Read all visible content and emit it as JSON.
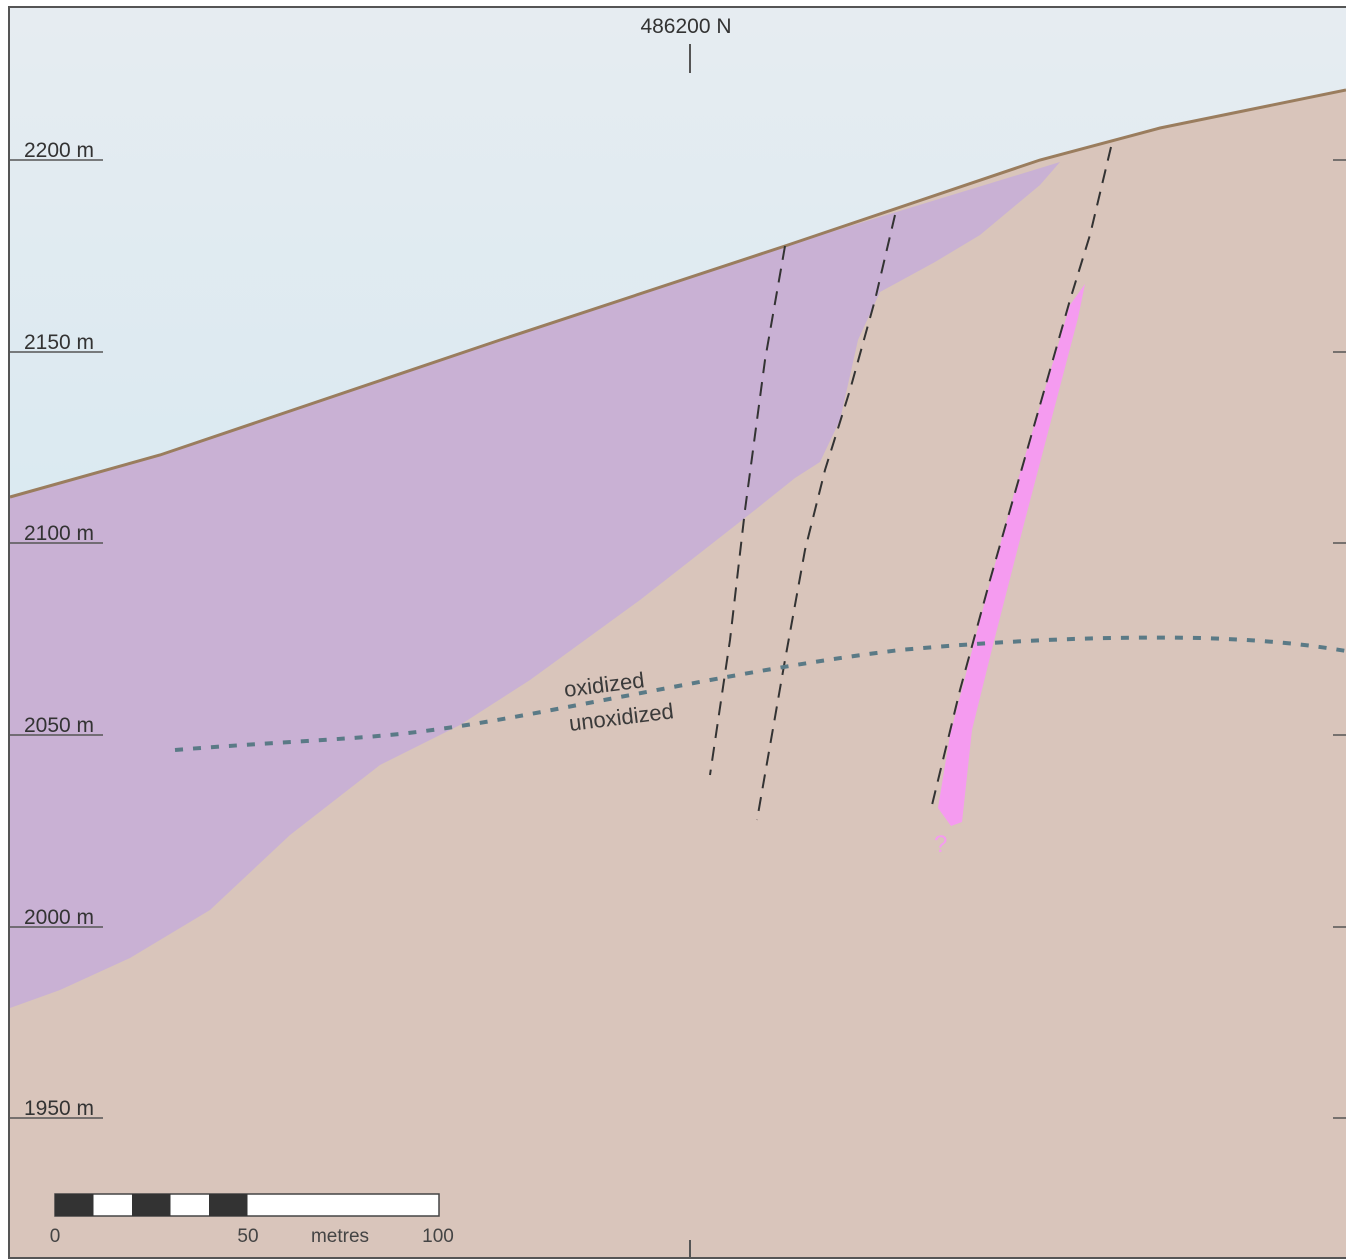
{
  "northing_label": "486200 N",
  "elevation_labels": [
    "2200 m",
    "2150 m",
    "2100 m",
    "2050 m",
    "2000 m",
    "1950 m"
  ],
  "annotations": {
    "oxidized": "oxidized",
    "unoxidized": "unoxidized",
    "uncertain_mark": "?"
  },
  "scale_bar": {
    "ticks": [
      "0",
      "50",
      "100"
    ],
    "unit": "metres"
  },
  "colors": {
    "sky": "#cfe8f2",
    "sky_top": "#e4ecf1",
    "bedrock": "#d9c5bb",
    "purple_unit": "#c9b1d4",
    "pink_vein": "#f59bf0",
    "topography_line": "#9a7d5e",
    "redox_line": "#5a7a86",
    "fault_line": "#333333",
    "frame": "#555555"
  }
}
